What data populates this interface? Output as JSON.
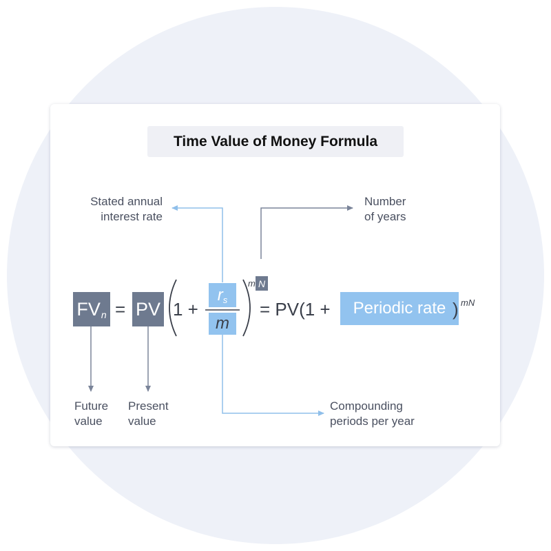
{
  "title": "Time Value of Money Formula",
  "labels": {
    "stated_rate_line1": "Stated annual",
    "stated_rate_line2": "interest rate",
    "years_line1": "Number",
    "years_line2": "of years",
    "future_line1": "Future",
    "future_line2": "value",
    "present_line1": "Present",
    "present_line2": "value",
    "periods_line1": "Compounding",
    "periods_line2": "periods per year"
  },
  "formula": {
    "fv": "FV",
    "fv_sub": "n",
    "equals": "=",
    "pv": "PV",
    "open_one_plus": "1 +",
    "r": "r",
    "r_sub": "s",
    "m": "m",
    "exp_m": "m",
    "exp_N": "N",
    "equals_pv": "= PV(1 +",
    "periodic_rate": "Periodic rate",
    "close_paren": ")",
    "exp_mN": "mN"
  },
  "colors": {
    "gray_box": "#6e7a8f",
    "blue_box": "#92c3ef",
    "gray_line": "#7a8499",
    "blue_line": "#8fbfea"
  }
}
